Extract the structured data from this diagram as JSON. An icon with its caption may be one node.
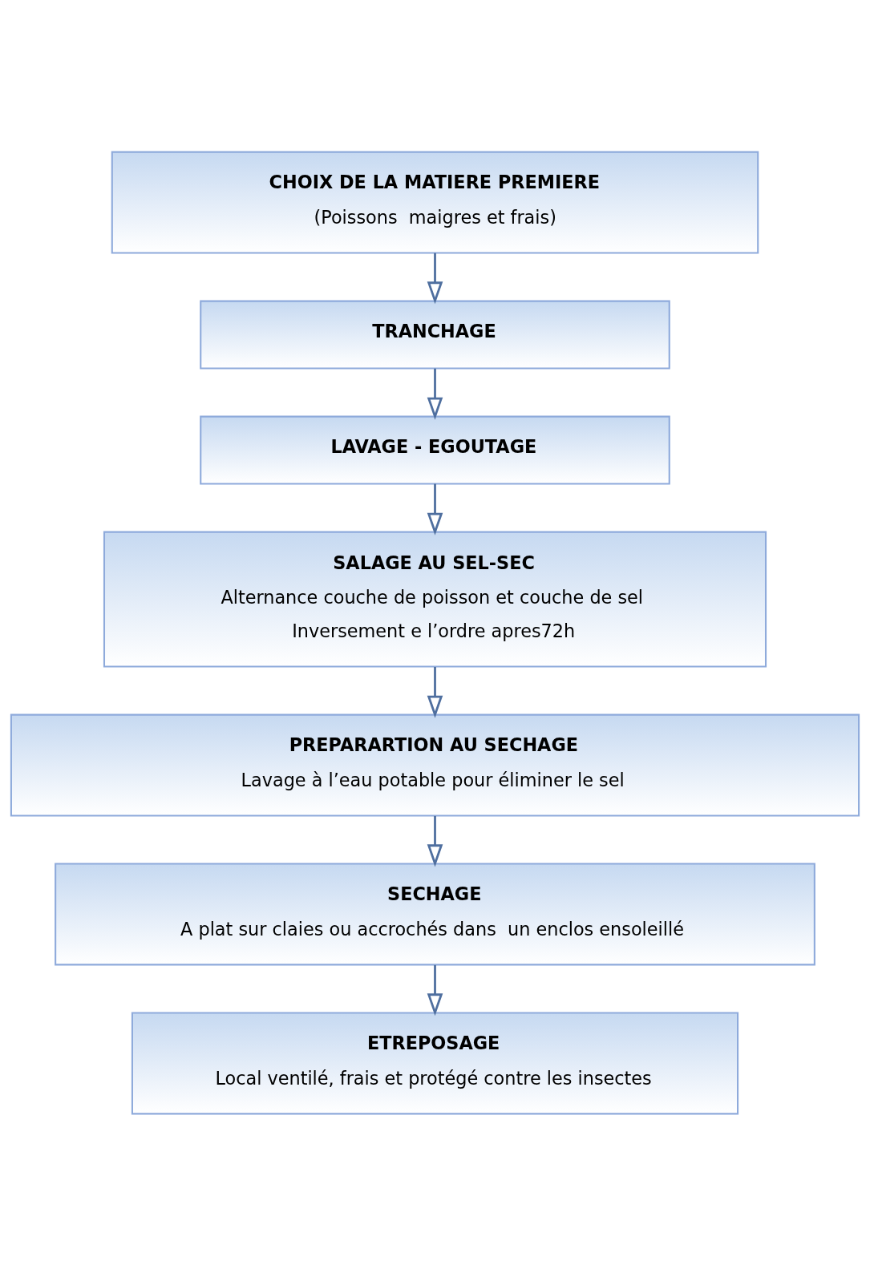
{
  "diagram": {
    "nodes": [
      {
        "text": [
          "CHOIX DE LA MATIERE PREMIERE",
          "(Poissons  maigres et frais)"
        ]
      },
      {
        "text": [
          "TRANCHAGE"
        ]
      },
      {
        "text": [
          "LAVAGE - EGOUTAGE"
        ]
      },
      {
        "text": [
          "SALAGE AU SEL-SEC",
          "Alternance couche de poisson et couche de sel",
          "Inversement e l’ordre apres72h"
        ]
      },
      {
        "text": [
          "PREPARARTION AU SECHAGE",
          "Lavage à l’eau potable pour éliminer le sel"
        ]
      },
      {
        "text": [
          "SECHAGE",
          "A plat sur claies ou accrochés dans  un enclos ensoleillé"
        ]
      },
      {
        "text": [
          "ETREPOSAGE",
          "Local ventilé, frais et protégé contre les insectes"
        ]
      }
    ],
    "edges": [
      {
        "from": 0,
        "to": 1,
        "arrow": "to"
      },
      {
        "from": 1,
        "to": 2,
        "arrow": "to"
      },
      {
        "from": 2,
        "to": 3,
        "arrow": "to"
      },
      {
        "from": 3,
        "to": 4,
        "arrow": "to"
      },
      {
        "from": 4,
        "to": 5,
        "arrow": "to"
      },
      {
        "from": 5,
        "to": 6,
        "arrow": "to"
      }
    ]
  }
}
